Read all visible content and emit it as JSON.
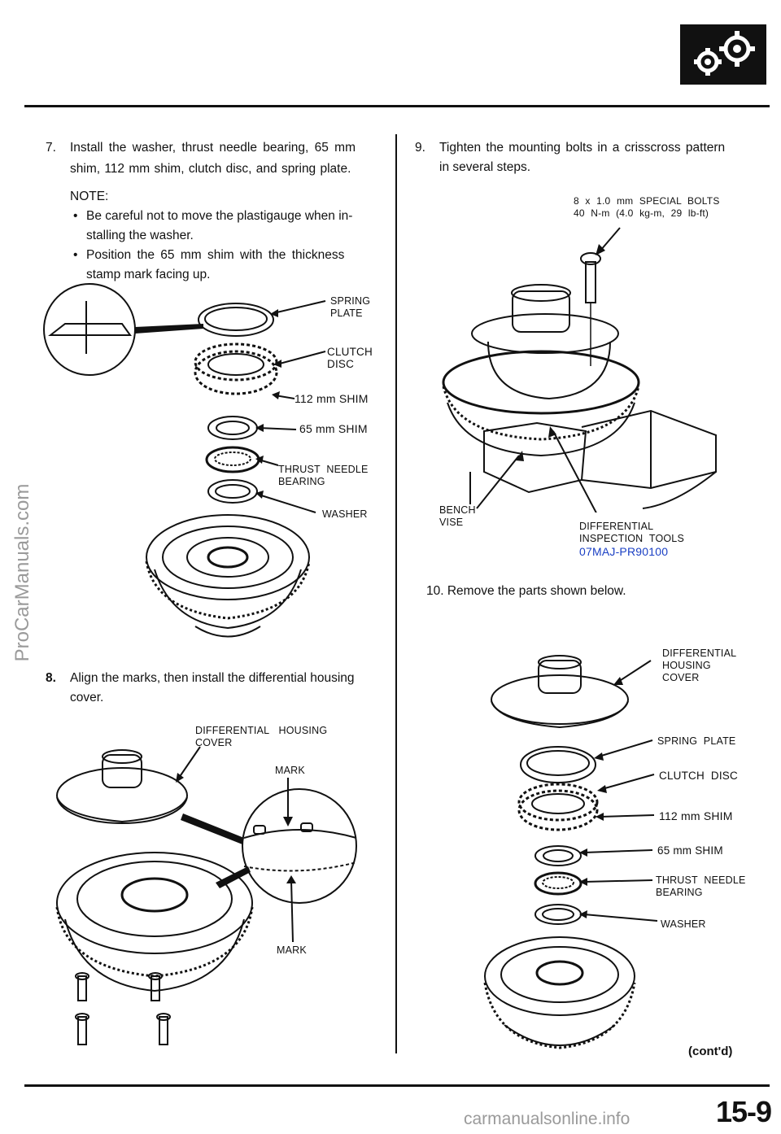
{
  "header": {
    "icon": "gear-cluster-icon"
  },
  "watermark_left": "ProCarManuals.com",
  "watermark_bottom": "carmanualsonline.info",
  "left": {
    "step7": {
      "num": "7.",
      "line1": "Install the washer, thrust needle bearing, 65 mm",
      "line2": "shim, 112 mm shim, clutch disc, and spring plate."
    },
    "note": {
      "heading": "NOTE:",
      "items": [
        {
          "l1": "Be careful not to move the plastigauge when in-",
          "l2": "stalling the washer."
        },
        {
          "l1": "Position the 65 mm shim with the thickness",
          "l2": "stamp mark facing up."
        }
      ]
    },
    "fig1": {
      "spring_plate_1": "SPRING",
      "spring_plate_2": "PLATE",
      "clutch_disc_1": "CLUTCH",
      "clutch_disc_2": "DISC",
      "shim112": "112 mm SHIM",
      "shim65": "65 mm SHIM",
      "thrust_1": "THRUST NEEDLE",
      "thrust_2": "BEARING",
      "washer": "WASHER"
    },
    "step8": {
      "num": "8.",
      "line1": "Align the marks, then install the differential housing",
      "line2": "cover."
    },
    "fig2": {
      "housing_1": "DIFFERENTIAL HOUSING",
      "housing_2": "COVER",
      "mark_top": "MARK",
      "mark_bottom": "MARK"
    }
  },
  "right": {
    "step9": {
      "num": "9.",
      "line1": "Tighten the mounting bolts in a crisscross pattern",
      "line2": "in several steps."
    },
    "fig3": {
      "bolts_1": "8 x 1.0 mm SPECIAL BOLTS",
      "bolts_2": "40 N-m (4.0 kg-m, 29 lb-ft)",
      "bench_1": "BENCH",
      "bench_2": "VISE",
      "tools_1": "DIFFERENTIAL",
      "tools_2": "INSPECTION TOOLS",
      "tools_pn": "07MAJ-PR90100"
    },
    "step10": {
      "text": "10. Remove the parts shown below."
    },
    "fig4": {
      "housing_1": "DIFFERENTIAL",
      "housing_2": "HOUSING",
      "housing_3": "COVER",
      "spring_plate": "SPRING PLATE",
      "clutch_disc": "CLUTCH DISC",
      "shim112": "112 mm SHIM",
      "shim65": "65 mm SHIM",
      "thrust_1": "THRUST NEEDLE",
      "thrust_2": "BEARING",
      "washer": "WASHER"
    }
  },
  "footer": {
    "contd": "(cont'd)",
    "page": "15-9"
  },
  "colors": {
    "part_number": "#1a3fc4",
    "ink": "#111111",
    "watermark": "#9a9a9a"
  }
}
